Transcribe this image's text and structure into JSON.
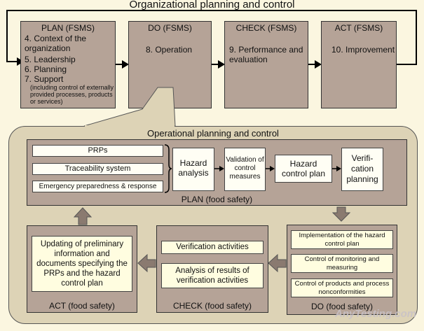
{
  "top_title": "Organizational planning and control",
  "fsms": {
    "plan": {
      "title": "PLAN (FSMS)",
      "items": [
        "4. Context of the organization",
        "5. Leadership",
        "6. Planning",
        "7. Support"
      ],
      "support_note": "(including control of externally provided processes, products or services)"
    },
    "do": {
      "title": "DO (FSMS)",
      "item": "8. Operation"
    },
    "check": {
      "title": "CHECK (FSMS)",
      "item": "9. Performance and evaluation"
    },
    "act": {
      "title": "ACT (FSMS)",
      "item": "10. Improvement"
    }
  },
  "operational": {
    "title": "Operational planning and control",
    "plan": {
      "label": "PLAN (food safety)",
      "inputs": [
        "PRPs",
        "Traceability system",
        "Emergency preparedness & response"
      ],
      "steps": [
        "Hazard analysis",
        "Validation of control measures",
        "Hazard control plan",
        "Verifi-cation planning"
      ]
    },
    "do": {
      "label": "DO (food safety)",
      "items": [
        "Implementation of the hazard control plan",
        "Control of monitoring and measuring",
        "Control of products and process nonconformities"
      ]
    },
    "check": {
      "label": "CHECK (food safety)",
      "items": [
        "Verification activities",
        "Analysis of results of verification activities"
      ]
    },
    "act": {
      "label": "ACT (food safety)",
      "text": "Updating of preliminary information and documents specifying the PRPs and the hazard control plan"
    }
  },
  "watermark": "AnyTesting.com",
  "colors": {
    "background": "#fbf6e0",
    "box_dark": "#b5a397",
    "box_light": "#fffde0",
    "arrow_fill": "#8a7a70"
  }
}
